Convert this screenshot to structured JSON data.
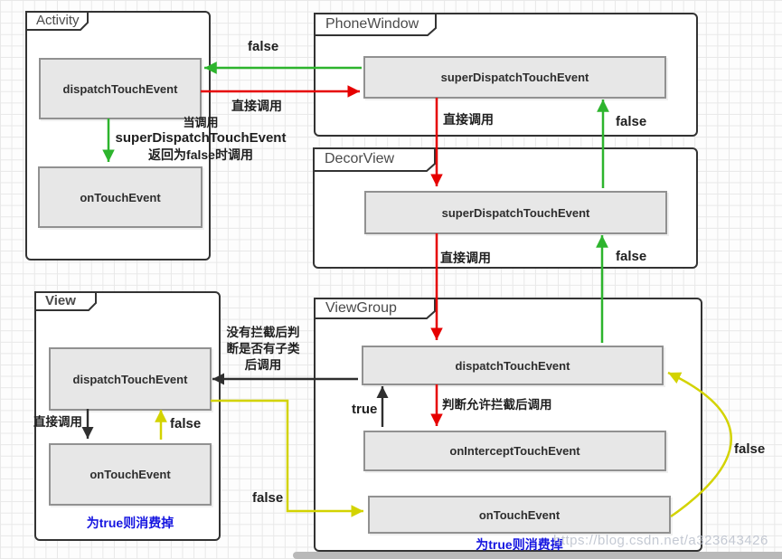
{
  "containers": {
    "activity": {
      "title": "Activity",
      "dispatch": "dispatchTouchEvent",
      "ontouch": "onTouchEvent"
    },
    "phonewindow": {
      "title": "PhoneWindow",
      "superdispatch": "superDispatchTouchEvent"
    },
    "decorview": {
      "title": "DecorView",
      "superdispatch": "superDispatchTouchEvent"
    },
    "viewgroup": {
      "title": "ViewGroup",
      "dispatch": "dispatchTouchEvent",
      "onintercept": "onInterceptTouchEvent",
      "ontouch": "onTouchEvent",
      "note": "为true则消费掉"
    },
    "view": {
      "title": "View",
      "dispatch": "dispatchTouchEvent",
      "ontouch": "onTouchEvent",
      "note": "为true则消费掉"
    }
  },
  "labels": {
    "false_pw_to_activity": "false",
    "direct_call_activity_to_pw": "直接调用",
    "when_call_l1": "当调用",
    "when_call_l2": "superDispatchTouchEvent",
    "when_call_l3": "返回为false时调用",
    "direct_call_pw_to_dv": "直接调用",
    "false_dv_to_pw": "false",
    "direct_call_dv_to_vg": "直接调用",
    "false_vg_to_dv": "false",
    "intercept_after_call": "判断允许拦截后调用",
    "true_intercept_to_dispatch": "true",
    "no_intercept_l1": "没有拦截后判",
    "no_intercept_l2": "断是否有子类",
    "no_intercept_l3": "后调用",
    "direct_call_view": "直接调用",
    "false_ontouch_to_dispatch": "false",
    "false_view_to_vg_ontouch": "false",
    "false_vg_ontouch_to_dispatch": "false"
  },
  "watermark": "https://blog.csdn.net/a323643426",
  "colors": {
    "red": "#e60000",
    "green": "#2db42d",
    "yellow": "#d3d300",
    "blue": "#1515e0",
    "container_border": "#333333",
    "node_fill": "#e7e7e7",
    "node_border": "#919191"
  }
}
